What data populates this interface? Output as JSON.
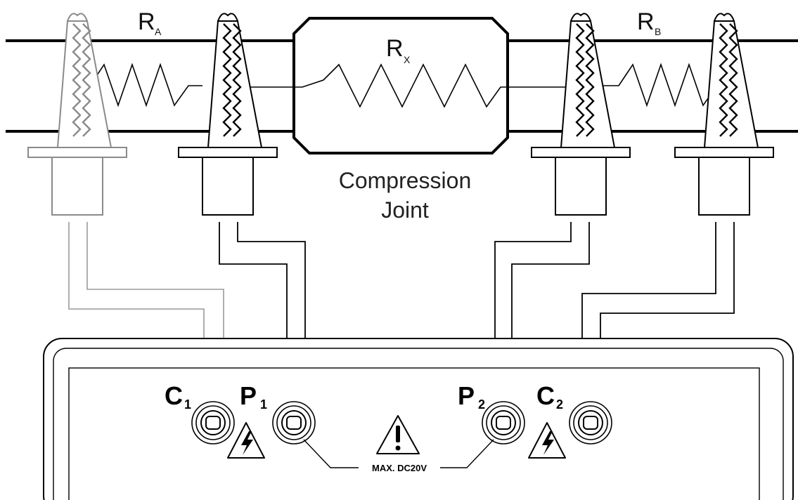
{
  "labels": {
    "ra_main": "R",
    "ra_sub": "A",
    "rb_main": "R",
    "rb_sub": "B",
    "rx_main": "R",
    "rx_sub": "X",
    "joint_line1": "Compression",
    "joint_line2": "Joint",
    "c1_main": "C",
    "c1_sub": "1",
    "p1_main": "P",
    "p1_sub": "1",
    "p2_main": "P",
    "p2_sub": "2",
    "c2_main": "C",
    "c2_sub": "2",
    "max_voltage": "MAX. DC20V"
  },
  "icons": {
    "warning": "warning-exclamation-icon",
    "high_voltage": "high-voltage-icon"
  },
  "colors": {
    "line": "#000000",
    "faint_line": "#9a9a9a",
    "background": "#ffffff"
  }
}
